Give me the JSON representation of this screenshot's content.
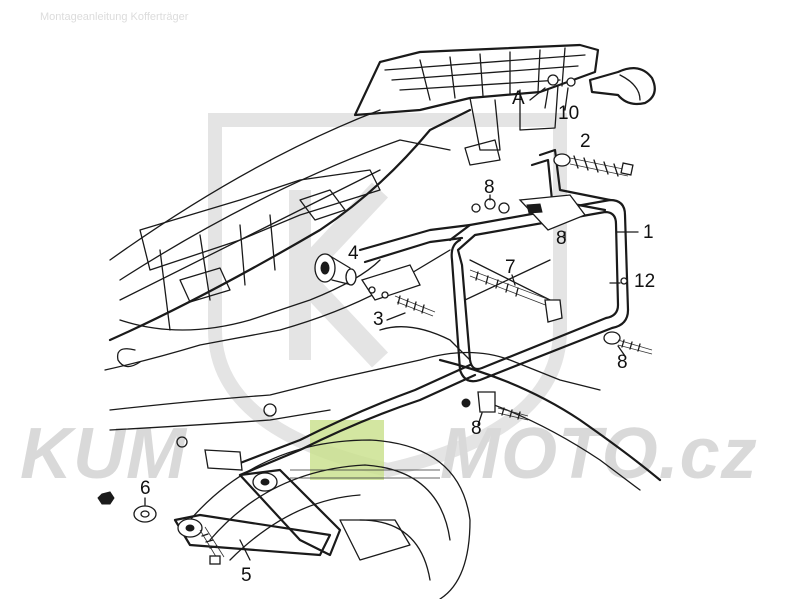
{
  "header_text": "Montageanleitung Kofferträger",
  "watermark": {
    "text_left": "KUM",
    "text_right": "MOTO.cz",
    "accent_color": "#c8e08a",
    "base_color": "#d9d9d9"
  },
  "callouts": {
    "A": "A",
    "n1": "1",
    "n2": "2",
    "n3": "3",
    "n4": "4",
    "n5": "5",
    "n6": "6",
    "n7": "7",
    "n8a": "8",
    "n8b": "8",
    "n8c": "8",
    "n8d": "8",
    "n10": "10",
    "n12": "12"
  }
}
